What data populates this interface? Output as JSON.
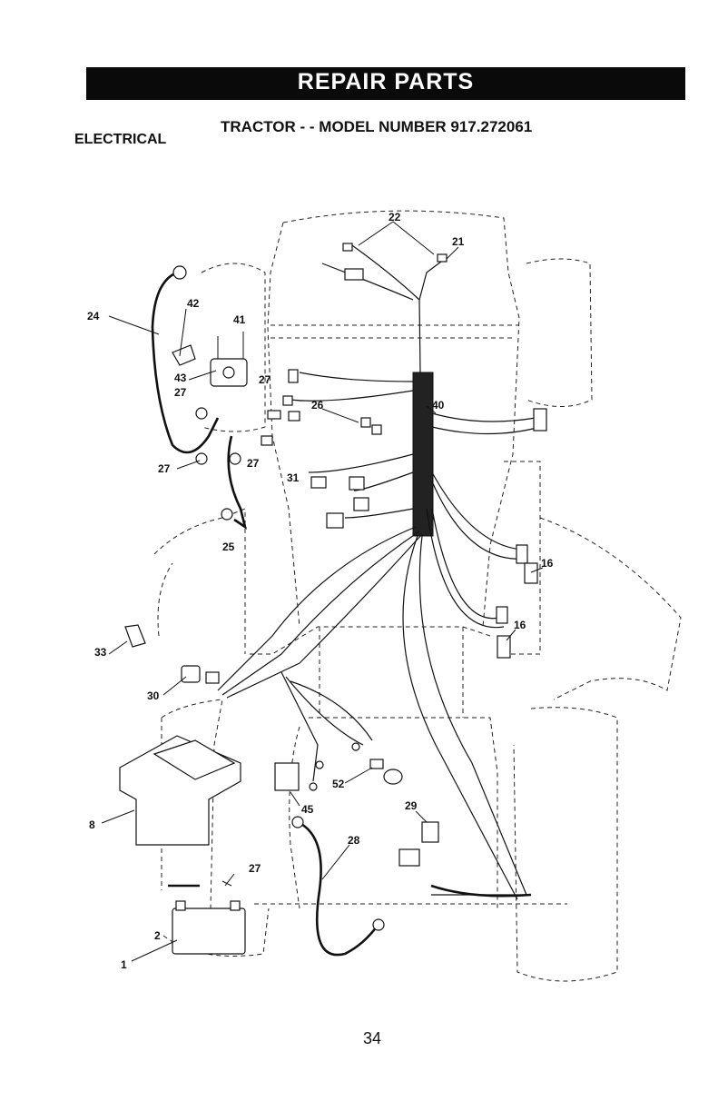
{
  "header": {
    "title": "REPAIR PARTS"
  },
  "section_label": "ELECTRICAL",
  "model_title": "TRACTOR - - MODEL NUMBER 917.272061",
  "callouts": {
    "c1": "1",
    "c2": "2",
    "c8": "8",
    "c16a": "16",
    "c16b": "16",
    "c21": "21",
    "c22": "22",
    "c24": "24",
    "c25": "25",
    "c26": "26",
    "c27a": "27",
    "c27b": "27",
    "c27c": "27",
    "c27d": "27",
    "c27e": "27",
    "c28": "28",
    "c29": "29",
    "c30": "30",
    "c31": "31",
    "c33": "33",
    "c40": "40",
    "c41": "41",
    "c42": "42",
    "c43": "43",
    "c45": "45",
    "c52": "52"
  },
  "page_number": "34"
}
